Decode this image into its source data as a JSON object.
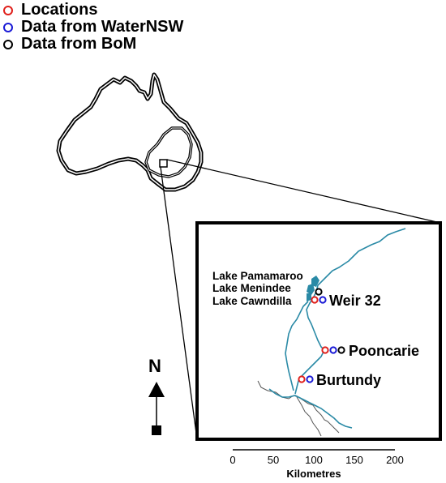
{
  "legend": {
    "items": [
      {
        "label": "Locations",
        "color": "#e0201b"
      },
      {
        "label": "Data from WaterNSW",
        "color": "#1a1ad6"
      },
      {
        "label": "Data from BoM",
        "color": "#000000"
      }
    ]
  },
  "inset": {
    "lakes": [
      "Lake Pamamaroo",
      "Lake Menindee",
      "Lake Cawndilla"
    ],
    "sites": [
      "Weir 32",
      "Pooncarie",
      "Burtundy"
    ],
    "river_color": "#2a8aa6",
    "boundary_color": "#555555"
  },
  "north_arrow": {
    "label": "N"
  },
  "scale_bar": {
    "ticks": [
      "0",
      "50",
      "100",
      "150",
      "200"
    ],
    "unit": "Kilometres"
  }
}
